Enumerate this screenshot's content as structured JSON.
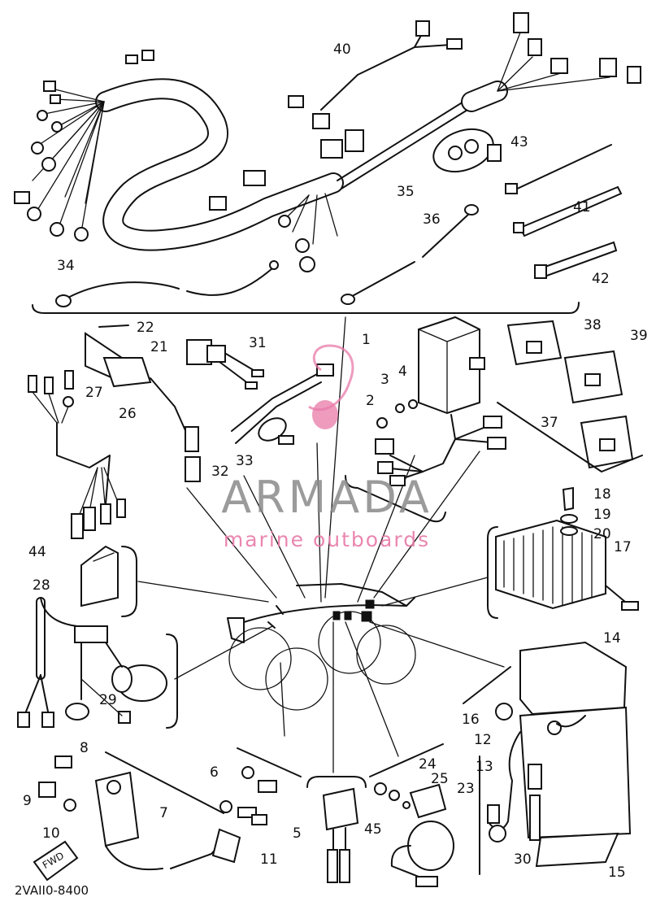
{
  "diagram_code": "2VAII0-8400",
  "watermark": {
    "title": "ARMADA",
    "subtitle": "marine outboards"
  },
  "direction_label": "FWD",
  "callouts": [
    "1",
    "2",
    "3",
    "4",
    "5",
    "6",
    "7",
    "8",
    "9",
    "10",
    "11",
    "12",
    "13",
    "14",
    "15",
    "16",
    "17",
    "18",
    "19",
    "20",
    "21",
    "22",
    "23",
    "24",
    "25",
    "26",
    "27",
    "28",
    "29",
    "30",
    "31",
    "32",
    "33",
    "34",
    "35",
    "36",
    "37",
    "38",
    "39",
    "40",
    "41",
    "42",
    "43",
    "44",
    "45"
  ],
  "colors": {
    "line": "#111111",
    "watermark_gray": "#8a8a8a",
    "watermark_pink": "#e879a8"
  }
}
